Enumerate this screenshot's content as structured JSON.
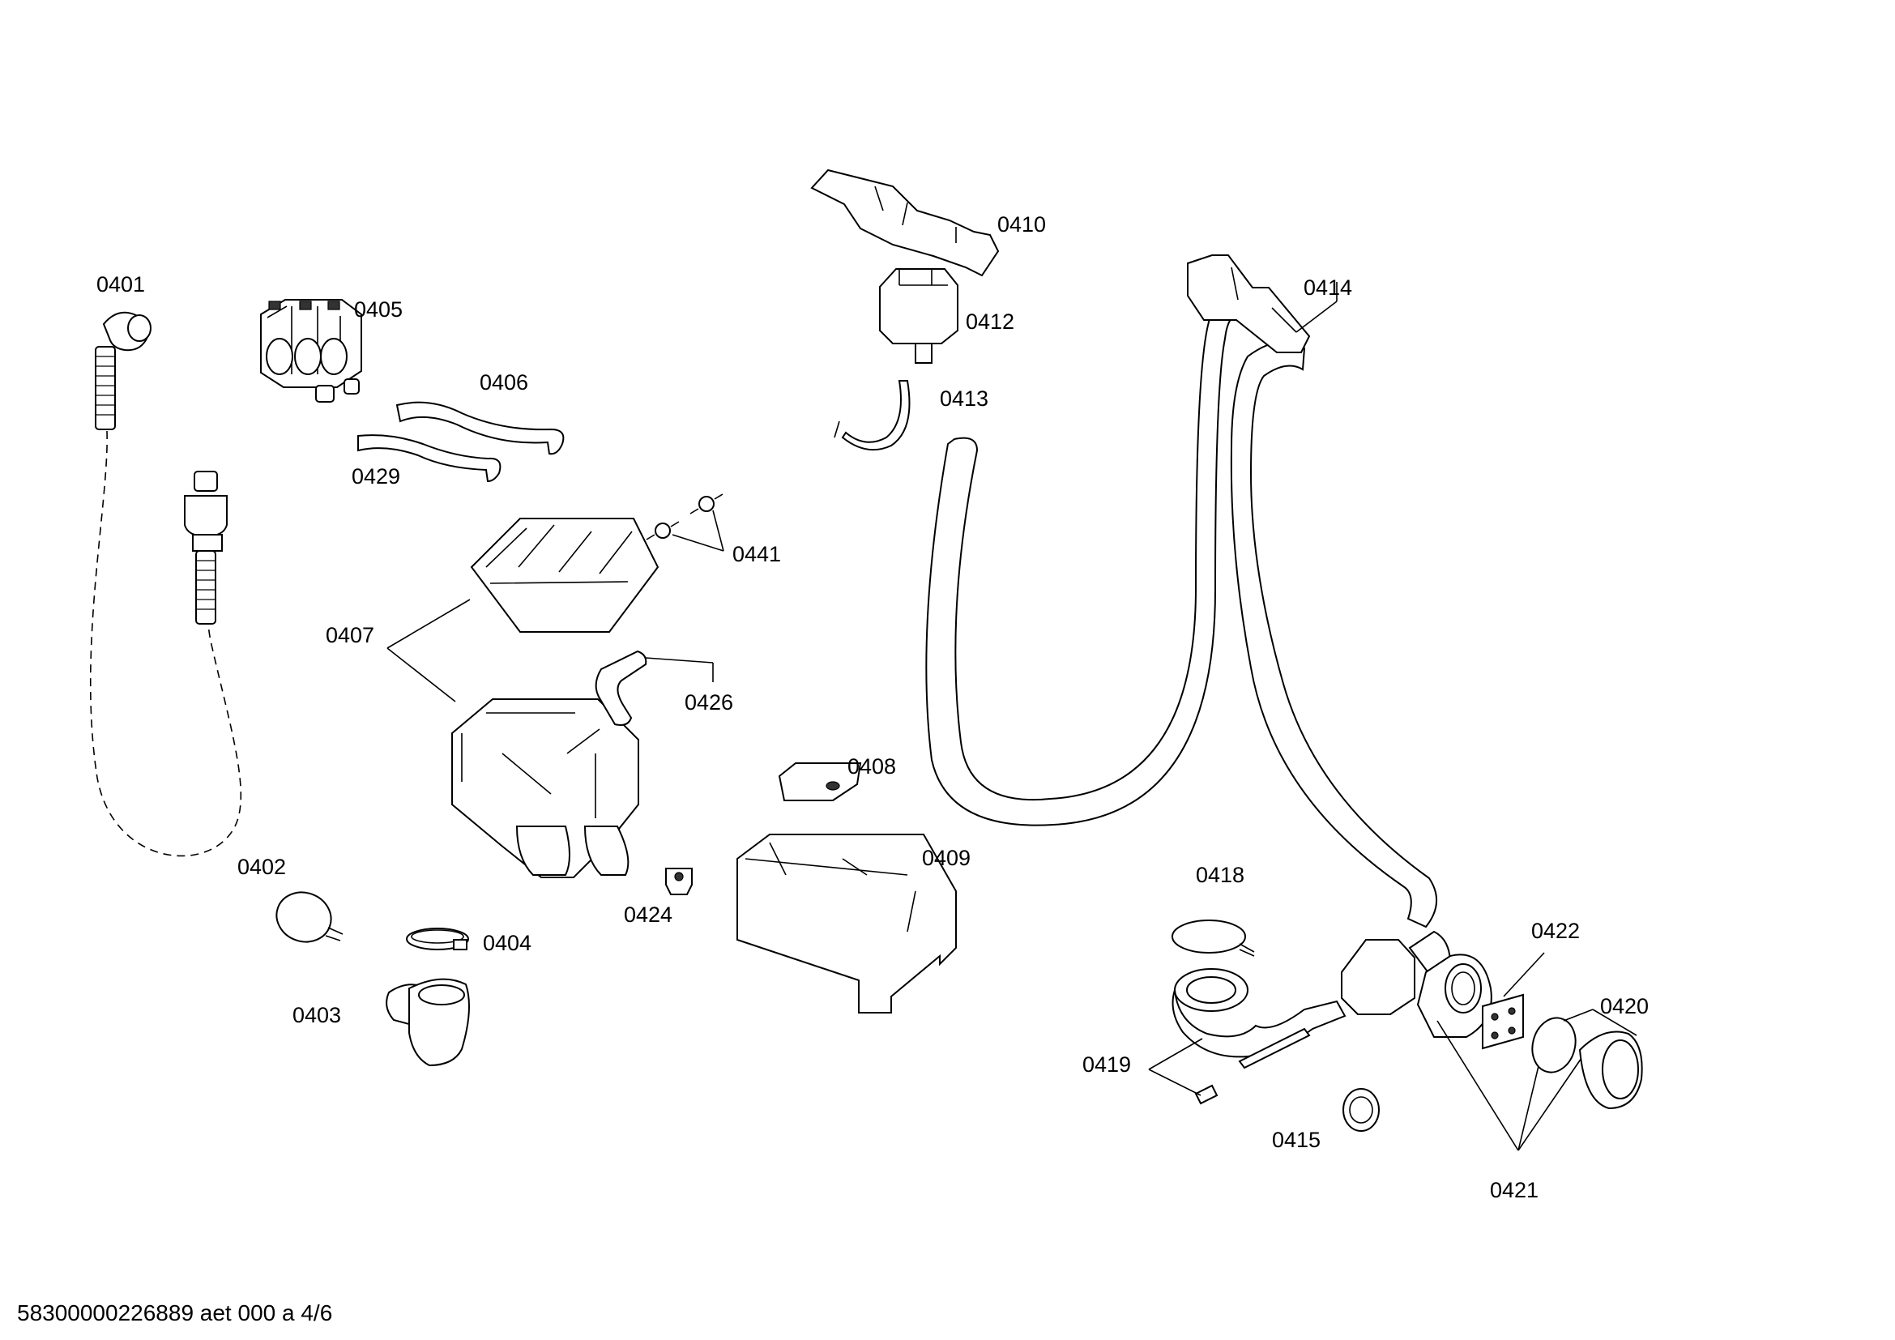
{
  "labels": {
    "p0401": "0401",
    "p0402": "0402",
    "p0403": "0403",
    "p0404": "0404",
    "p0405": "0405",
    "p0406": "0406",
    "p0407": "0407",
    "p0408": "0408",
    "p0409": "0409",
    "p0410": "0410",
    "p0412": "0412",
    "p0413": "0413",
    "p0414": "0414",
    "p0415": "0415",
    "p0418": "0418",
    "p0419": "0419",
    "p0420": "0420",
    "p0421": "0421",
    "p0422": "0422",
    "p0424": "0424",
    "p0426": "0426",
    "p0429": "0429",
    "p0441": "0441"
  },
  "footer": "58300000226889 aet 000 a 4/6",
  "colors": {
    "line": "#000000",
    "background": "#ffffff"
  }
}
